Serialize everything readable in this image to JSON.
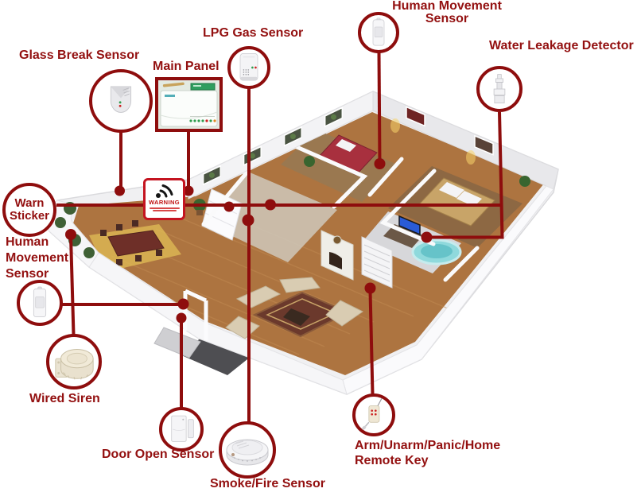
{
  "colors": {
    "accent_line": "#8e0d0d",
    "label_text": "#931010",
    "sticker_border": "#c41420",
    "sticker_text": "#c01010",
    "led_green": "#2f9e4f",
    "led_red": "#cc2222",
    "background": "#ffffff"
  },
  "components": {
    "glass_break": {
      "label": "Glass Break Sensor"
    },
    "main_panel": {
      "label": "Main Panel"
    },
    "lpg_gas": {
      "label": "LPG Gas Sensor"
    },
    "human_movement_top": {
      "line1": "Human Movement",
      "line2": "Sensor"
    },
    "water_leakage": {
      "label": "Water Leakage Detector"
    },
    "warn_sticker": {
      "line1": "Warn",
      "line2": "Sticker"
    },
    "human_movement_left": {
      "line1": "Human",
      "line2": "Movement",
      "line3": "Sensor"
    },
    "wired_siren": {
      "label": "Wired Siren"
    },
    "door_open": {
      "label": "Door Open Sensor"
    },
    "smoke_fire": {
      "label": "Smoke/Fire Sensor"
    },
    "remote_key": {
      "line1": "Arm/Unarm/Panic/Home",
      "line2": "Remote Key"
    }
  },
  "sticker": {
    "warning": "WARNING"
  },
  "icons": {
    "glass_break": "glass-break-sensor-icon",
    "main_panel": "main-panel-device-icon",
    "lpg_gas": "lpg-gas-sensor-icon",
    "human_movement_top": "pir-motion-sensor-icon",
    "water_leakage": "water-leakage-probe-icon",
    "human_movement_left": "pir-motion-sensor-icon",
    "wired_siren": "wired-siren-icon",
    "door_open": "door-magnet-sensor-icon",
    "smoke_fire": "smoke-detector-icon",
    "remote_key": "remote-keyfob-icon",
    "warning_wifi": "wifi-icon"
  }
}
